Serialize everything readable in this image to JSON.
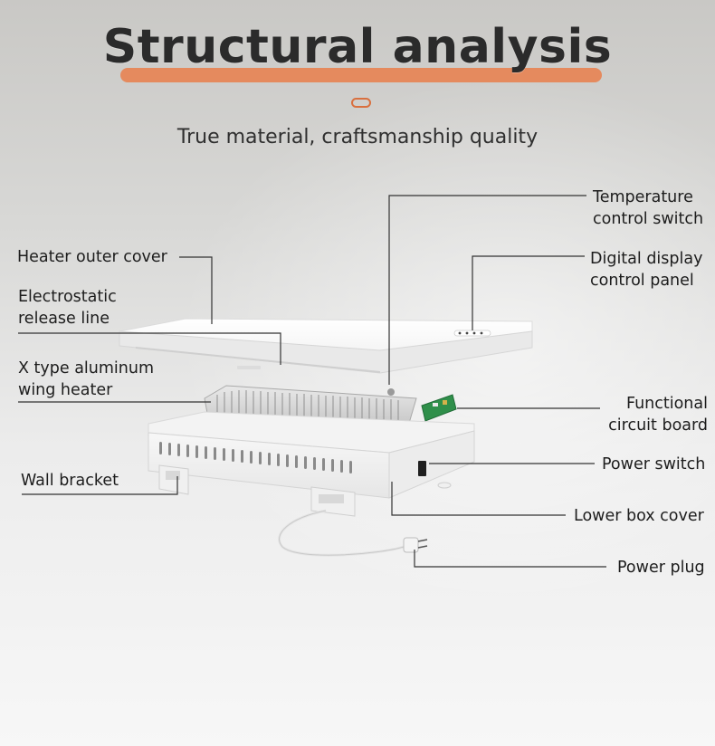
{
  "title": "Structural analysis",
  "subtitle": "True material, craftsmanship quality",
  "colors": {
    "accent": "#e58a5e",
    "pill": "#d9703f",
    "text": "#1d1d1d"
  },
  "labels": {
    "heater_outer_cover": "Heater outer cover",
    "electrostatic_line1": "Electrostatic",
    "electrostatic_line2": "release line",
    "x_type_line1": "X type aluminum",
    "x_type_line2": "wing heater",
    "wall_bracket": "Wall bracket",
    "temperature_line1": "Temperature",
    "temperature_line2": "control switch",
    "digital_line1": "Digital display",
    "digital_line2": "control panel",
    "functional_line1": "Functional",
    "functional_line2": "circuit board",
    "power_switch": "Power switch",
    "lower_box_cover": "Lower box cover",
    "power_plug": "Power plug"
  }
}
